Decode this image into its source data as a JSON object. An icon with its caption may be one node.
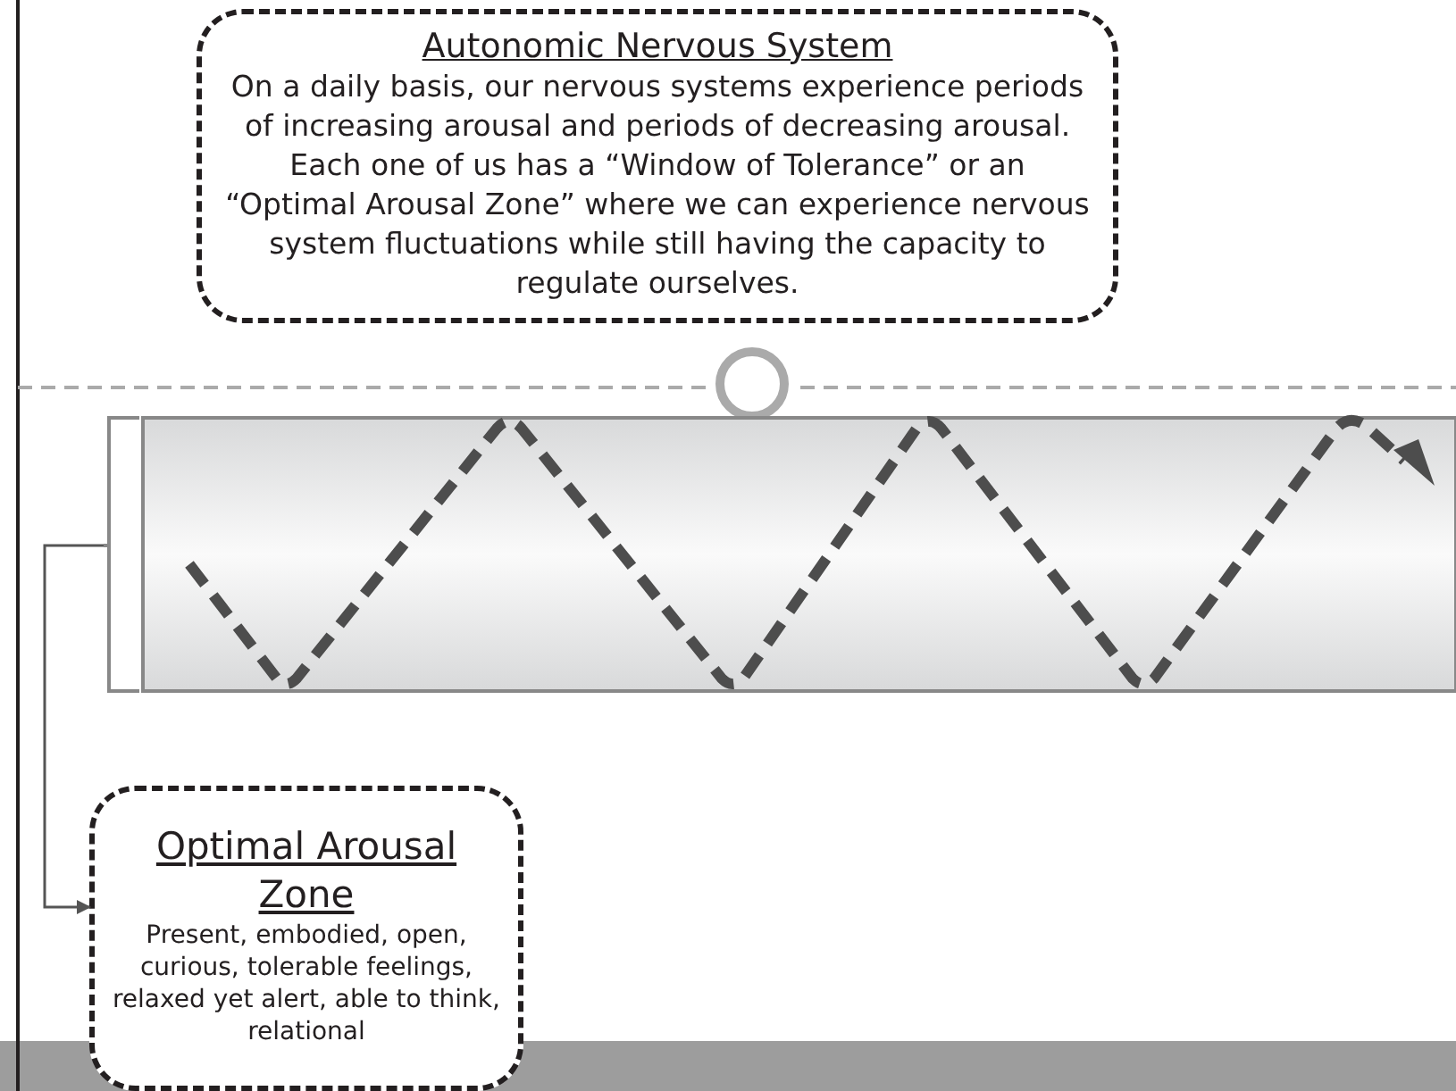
{
  "diagram": {
    "nodes": [
      {
        "text": [
          "Autonomic Nervous System",
          "On a daily basis, our nervous systems experience periods of increasing arousal and periods of decreasing arousal. Each one of us has a “Window of Tolerance” or an “Optimal Arousal Zone” where we can experience nervous system fluctuations while still having the capacity to regulate ourselves."
        ]
      },
      {
        "text": [],
        "shape": "bar"
      },
      {
        "text": [
          "Optimal Arousal Zone",
          "Present, embodied, open, curious, tolerable feelings, relaxed yet alert, able to think, relational"
        ]
      }
    ],
    "edges": [
      {
        "from": 1,
        "to": 2,
        "arrow": "to"
      }
    ]
  }
}
